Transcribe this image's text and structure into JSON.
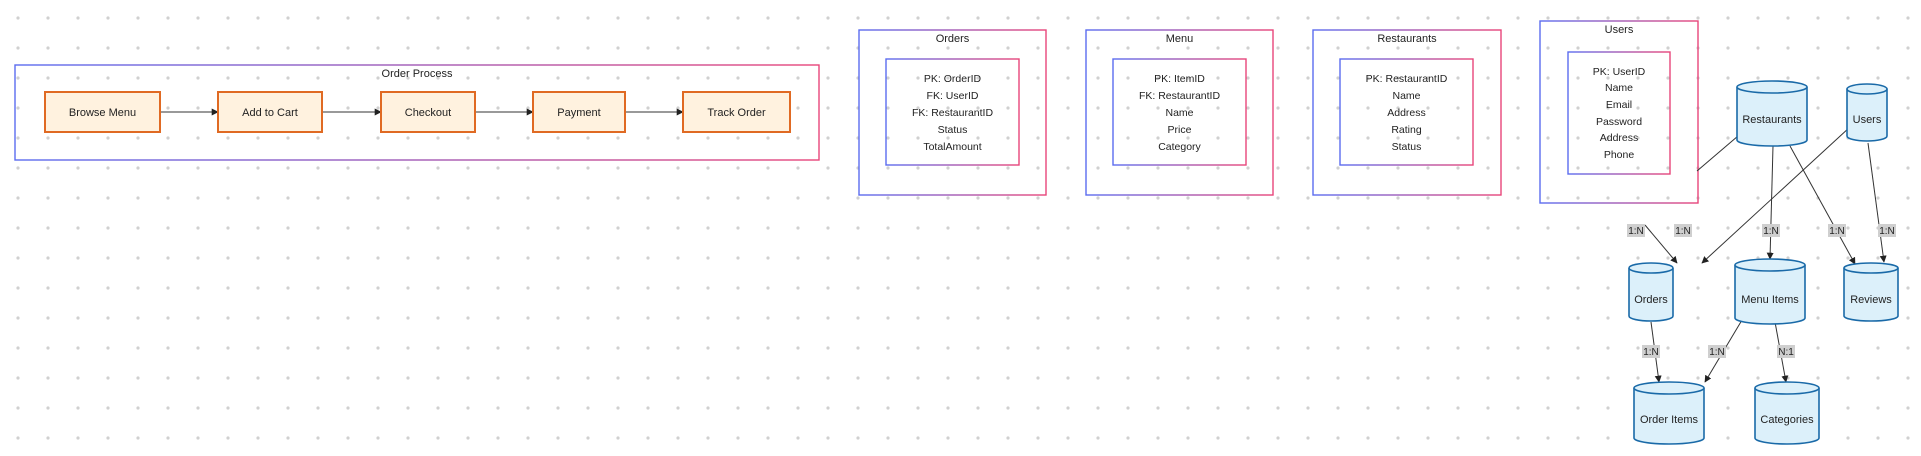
{
  "colors": {
    "frame_gradient_start": "#5b6cf0",
    "frame_gradient_end": "#e8457a",
    "step_fill": "#fff2df",
    "step_border": "#e06a23",
    "table_fill": "#dcf0fa",
    "table_border": "#1a6aa8",
    "cardinality_tag": "#cfcfcf"
  },
  "order_process": {
    "title": "Order Process",
    "steps": [
      "Browse Menu",
      "Add to Cart",
      "Checkout",
      "Payment",
      "Track Order"
    ]
  },
  "entities": [
    {
      "id": "orders",
      "title": "Orders",
      "fields": [
        "PK: OrderID",
        "FK: UserID",
        "FK: RestaurantID",
        "Status",
        "TotalAmount"
      ]
    },
    {
      "id": "menu",
      "title": "Menu",
      "fields": [
        "PK: ItemID",
        "FK: RestaurantID",
        "Name",
        "Price",
        "Category"
      ]
    },
    {
      "id": "restaurants",
      "title": "Restaurants",
      "fields": [
        "PK: RestaurantID",
        "Name",
        "Address",
        "Rating",
        "Status"
      ]
    },
    {
      "id": "users",
      "title": "Users",
      "fields": [
        "PK: UserID",
        "Name",
        "Email",
        "Password",
        "Address",
        "Phone"
      ]
    }
  ],
  "tables": [
    {
      "id": "restaurants",
      "label": "Restaurants"
    },
    {
      "id": "users",
      "label": "Users"
    },
    {
      "id": "orders",
      "label": "Orders"
    },
    {
      "id": "menu_items",
      "label": "Menu Items"
    },
    {
      "id": "reviews",
      "label": "Reviews"
    },
    {
      "id": "order_items",
      "label": "Order Items"
    },
    {
      "id": "categories",
      "label": "Categories"
    }
  ],
  "relationships": [
    {
      "from": "users",
      "to": "orders",
      "label": "1:N"
    },
    {
      "from": "restaurants",
      "to": "orders",
      "label": "1:N"
    },
    {
      "from": "restaurants",
      "to": "menu_items",
      "label": "1:N"
    },
    {
      "from": "restaurants",
      "to": "reviews",
      "label": "1:N"
    },
    {
      "from": "users",
      "to": "reviews",
      "label": "1:N"
    },
    {
      "from": "orders",
      "to": "order_items",
      "label": "1:N"
    },
    {
      "from": "menu_items",
      "to": "order_items",
      "label": "1:N"
    },
    {
      "from": "menu_items",
      "to": "categories",
      "label": "N:1"
    }
  ]
}
